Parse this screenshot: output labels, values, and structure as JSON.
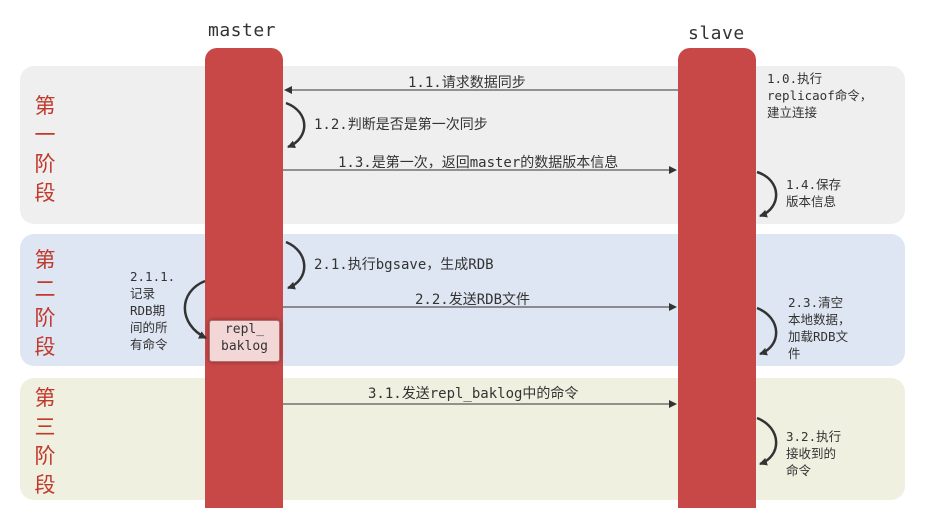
{
  "actors": {
    "master": "master",
    "slave": "slave"
  },
  "phases": [
    {
      "chars": [
        "第",
        "一",
        "阶",
        "段"
      ]
    },
    {
      "chars": [
        "第",
        "二",
        "阶",
        "段"
      ]
    },
    {
      "chars": [
        "第",
        "三",
        "阶",
        "段"
      ]
    }
  ],
  "messages": {
    "m1_1": "1.1.请求数据同步",
    "m1_2": "1.2.判断是否是第一次同步",
    "m1_3": "1.3.是第一次，返回master的数据版本信息",
    "m2_1": "2.1.执行bgsave，生成RDB",
    "m2_2": "2.2.发送RDB文件",
    "m3_1": "3.1.发送repl_baklog中的命令"
  },
  "notes": {
    "n1_0": [
      "1.0.执行",
      "replicaof命令，",
      "建立连接"
    ],
    "n1_4": [
      "1.4.保存",
      "版本信息"
    ],
    "n2_1_1": [
      "2.1.1.",
      "记录",
      "RDB期",
      "间的所",
      "有命令"
    ],
    "n2_3": [
      "2.3.清空",
      "本地数据，",
      "加载RDB文",
      "件"
    ],
    "n3_2": [
      "3.2.执行",
      "接收到的",
      "命令"
    ]
  },
  "backlog": [
    "repl_",
    "baklog"
  ],
  "colors": {
    "lifeline": "#c84848",
    "phase_text": "#c0392b",
    "phase1_bg": "#efefef",
    "phase2_bg": "#dde6f2",
    "phase3_bg": "#eff0e0",
    "backlog_bg": "#f3d7d7"
  }
}
